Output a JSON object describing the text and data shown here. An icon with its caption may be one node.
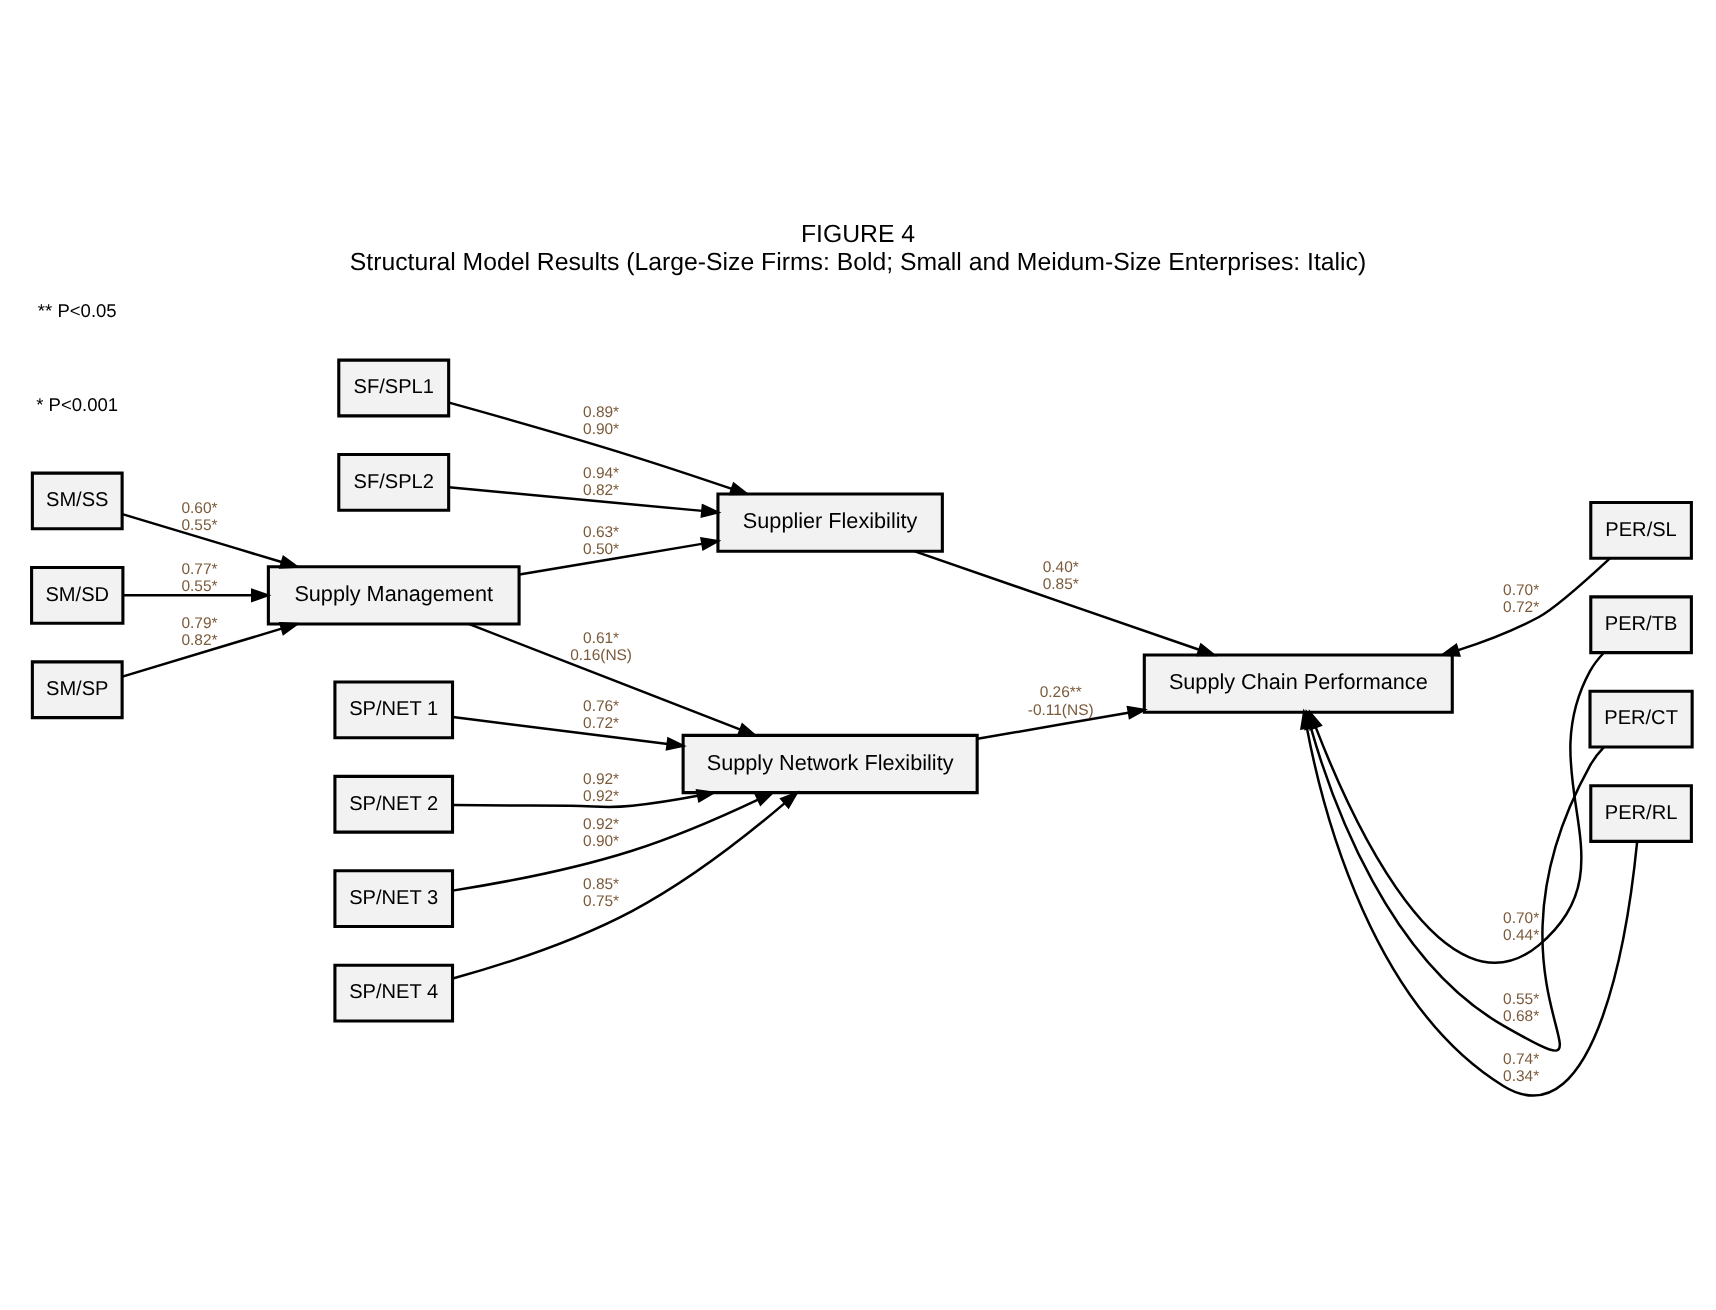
{
  "diagram": {
    "title": "FIGURE 4",
    "caption": "Structural Model Results (Large-Size Firms: Bold; Small and Meidum-Size Enterprises: Italic)",
    "nodes": [
      {
        "text": [
          "SP/NET 1"
        ]
      },
      {
        "text": [
          "SP/NET 2"
        ]
      },
      {
        "text": [
          "SP/NET 3"
        ]
      },
      {
        "text": [
          "SP/NET 4"
        ]
      },
      {
        "text": [
          "SM/SS"
        ]
      },
      {
        "text": [
          "SM/SD"
        ]
      },
      {
        "text": [
          "SM/SP"
        ]
      },
      {
        "text": [
          "Supply Management"
        ]
      },
      {
        "text": [
          "Supply Network Flexibility"
        ]
      },
      {
        "text": [
          "Supply Chain Performance"
        ]
      },
      {
        "text": [
          "PER/SL"
        ]
      },
      {
        "text": [
          "PER/TB"
        ]
      },
      {
        "text": [
          "PER/CT"
        ]
      },
      {
        "text": [
          "PER/RL"
        ]
      },
      {
        "text": [
          "Supplier Flexibility"
        ]
      },
      {
        "text": [
          "SF/SPL1"
        ]
      },
      {
        "text": [
          "SF/SPL2"
        ]
      }
    ],
    "edges": [
      {
        "from": 0,
        "to": 8,
        "arrow": "to",
        "label": "0.76* 0.72*"
      },
      {
        "from": 1,
        "to": 8,
        "arrow": "to",
        "label": "0.92* 0.92*"
      },
      {
        "from": 2,
        "to": 8,
        "arrow": "to",
        "label": "0.92* 0.90*"
      },
      {
        "from": 3,
        "to": 8,
        "arrow": "to",
        "label": "0.85* 0.75*"
      },
      {
        "from": 4,
        "to": 7,
        "arrow": "to",
        "label": "0.60* 0.55*"
      },
      {
        "from": 5,
        "to": 7,
        "arrow": "to",
        "label": "0.77* 0.55*"
      },
      {
        "from": 6,
        "to": 7,
        "arrow": "to",
        "label": "0.79* 0.82*"
      },
      {
        "from": 7,
        "to": 8,
        "arrow": "to",
        "label": "0.61* 0.16(NS)"
      },
      {
        "from": 7,
        "to": 14,
        "arrow": "to",
        "label": "0.63* 0.50*"
      },
      {
        "from": 8,
        "to": 9,
        "arrow": "to",
        "label": "0.26** -0.11(NS)"
      },
      {
        "from": 14,
        "to": 9,
        "arrow": "to",
        "label": "0.40* 0.85*"
      },
      {
        "from": 10,
        "to": 9,
        "arrow": "to",
        "label": "0.70* 0.72*"
      },
      {
        "from": 11,
        "to": 9,
        "arrow": "to",
        "label": "0.70* 0.44*"
      },
      {
        "from": 12,
        "to": 9,
        "arrow": "to",
        "label": "0.55* 0.68*"
      },
      {
        "from": 13,
        "to": 9,
        "arrow": "to",
        "label": "0.74* 0.34*"
      },
      {
        "from": 15,
        "to": 14,
        "arrow": "to",
        "label": "0.89* 0.90*"
      },
      {
        "from": 16,
        "to": 14,
        "arrow": "to",
        "label": "0.94* 0.82*"
      }
    ],
    "labels": [
      "* P<0.001",
      "** P<0.05"
    ]
  }
}
